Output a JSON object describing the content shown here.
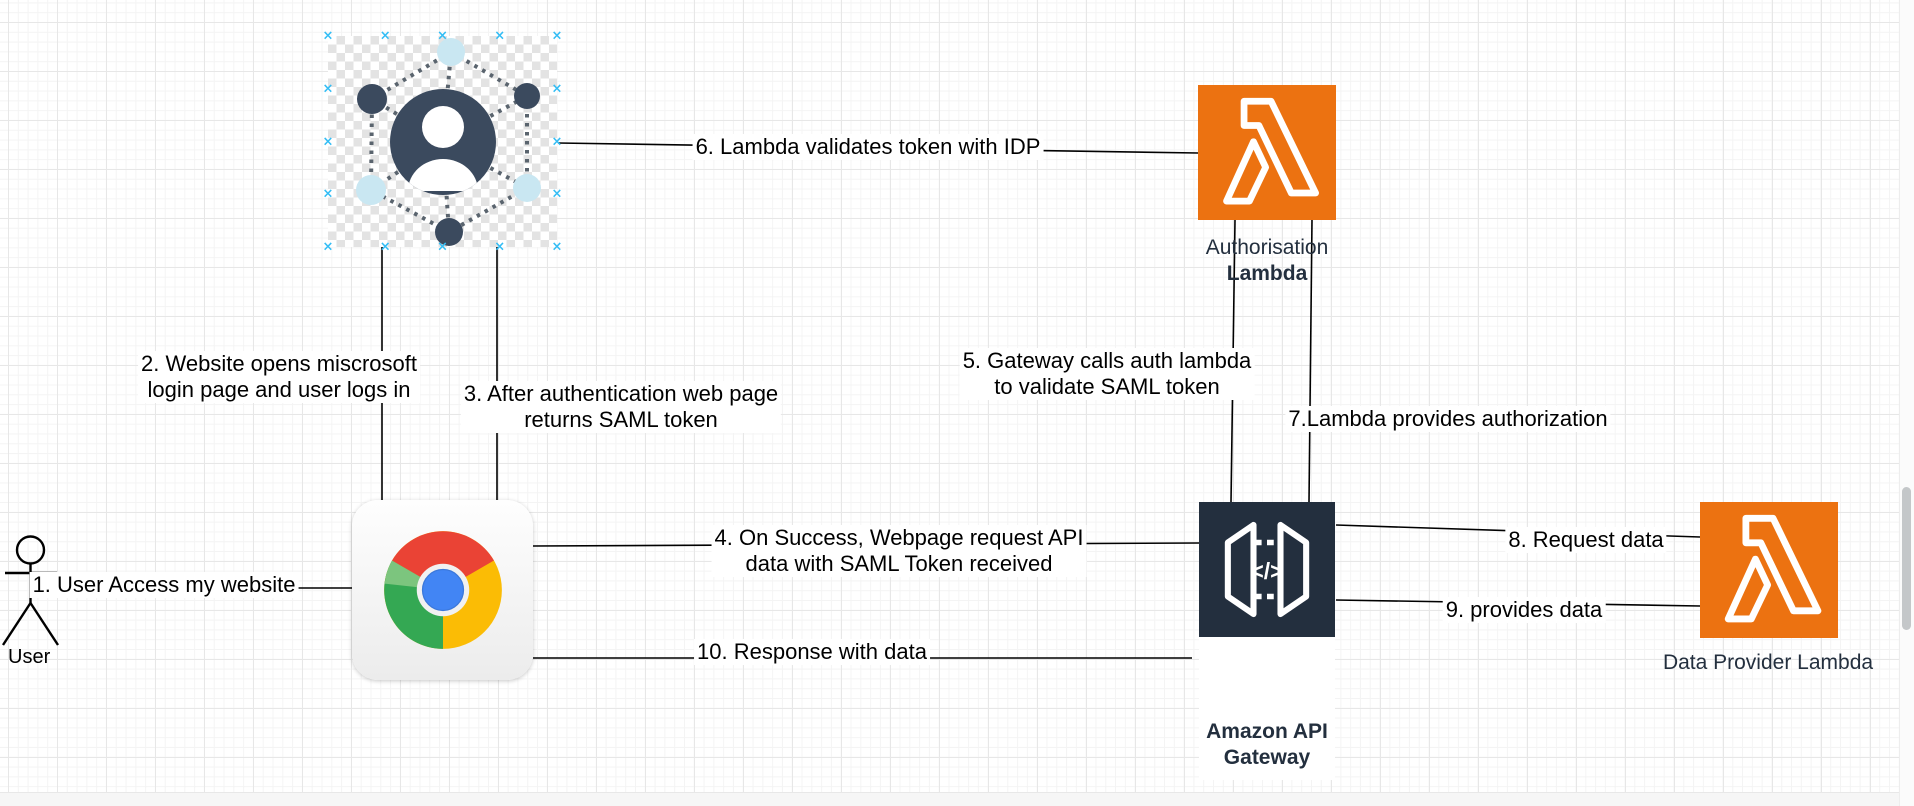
{
  "diagram": {
    "nodes": {
      "user": {
        "label": "User"
      },
      "auth_lambda": {
        "label_line1": "Authorisation",
        "label_line2": "Lambda"
      },
      "api_gateway": {
        "label_line1": "Amazon API",
        "label_line2": "Gateway",
        "icon_text": "</>"
      },
      "data_lambda": {
        "label": "Data Provider Lambda"
      }
    },
    "edges": {
      "e1": "1. User Access my website",
      "e2a": "2. Website opens miscrosoft",
      "e2b": "login page and user logs in",
      "e3a": "3. After authentication web page",
      "e3b": "returns SAML token",
      "e4a": "4. On Success, Webpage request API",
      "e4b": "data with SAML Token received",
      "e5a": "5. Gateway calls auth lambda",
      "e5b": "to validate SAML token",
      "e6": "6. Lambda validates token with IDP",
      "e7": "7.Lambda provides authorization",
      "e8": "8. Request data",
      "e9": "9. provides data",
      "e10": "10. Response with data"
    },
    "colors": {
      "lambda_orange": "#EC7211",
      "gateway_navy": "#232F3E",
      "node_label_navy": "#232F3E",
      "selection_cross_blue": "#33BDF5",
      "identity_icon_dark": "#3B4A5E",
      "identity_icon_light_blue": "#C9E7F2",
      "edge_line_black": "#000000"
    }
  }
}
